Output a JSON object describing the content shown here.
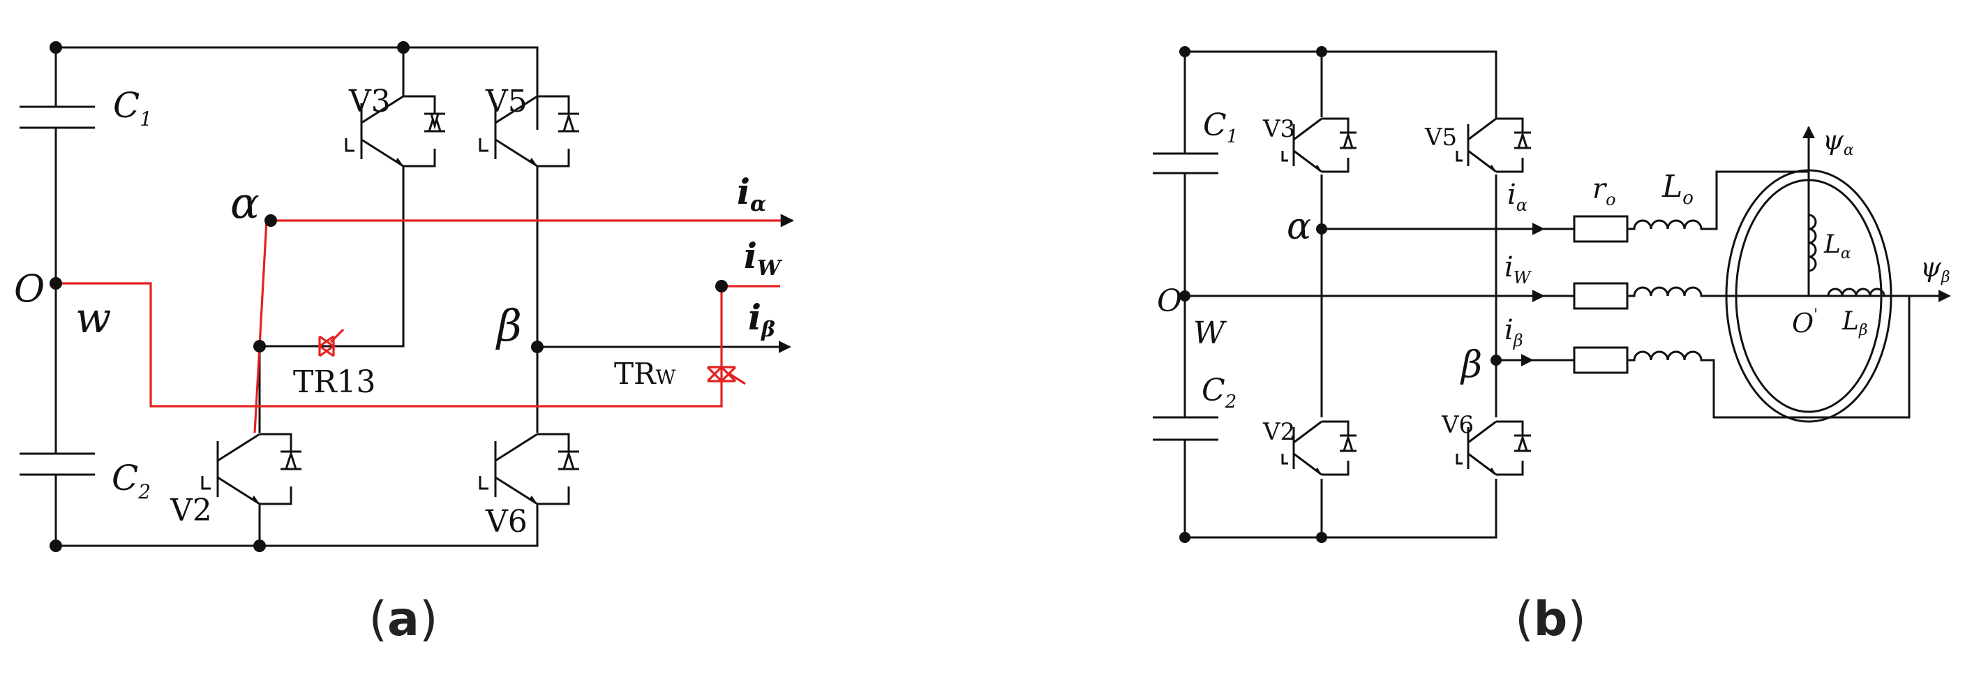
{
  "colors": {
    "line": "#111111",
    "highlight": "#e32222",
    "background": "#ffffff"
  },
  "panel_a": {
    "caption": "a",
    "capacitors": {
      "c1": "C",
      "c1_sub": "1",
      "c2": "C",
      "c2_sub": "2"
    },
    "switches": {
      "v3": "V3",
      "v5": "V5",
      "v2": "V2",
      "v6": "V6"
    },
    "nodes": {
      "o": "O",
      "w": "w",
      "alpha": "α",
      "beta": "β"
    },
    "currents": {
      "i": "i",
      "alpha_sub": "α",
      "w_sub": "W",
      "beta_sub": "β"
    },
    "triacs": {
      "tr13": "TR13",
      "trw": "TR",
      "trw_sub": "W"
    }
  },
  "panel_b": {
    "caption": "b",
    "capacitors": {
      "c1": "C",
      "c1_sub": "1",
      "c2": "C",
      "c2_sub": "2"
    },
    "switches": {
      "v3": "V3",
      "v5": "V5",
      "v2": "V2",
      "v6": "V6"
    },
    "nodes": {
      "o": "O",
      "w": "W",
      "alpha": "α",
      "beta": "β",
      "o_prime": "O",
      "prime": "'"
    },
    "currents": {
      "i": "i",
      "alpha_sub": "α",
      "w_sub": "W",
      "beta_sub": "β"
    },
    "components": {
      "r": "r",
      "r_sub": "o",
      "l": "L",
      "l_sub": "o",
      "la": "L",
      "la_sub": "α",
      "lb": "L",
      "lb_sub": "β"
    },
    "flux": {
      "psi": "ψ",
      "alpha_sub": "α",
      "beta_sub": "β"
    }
  }
}
